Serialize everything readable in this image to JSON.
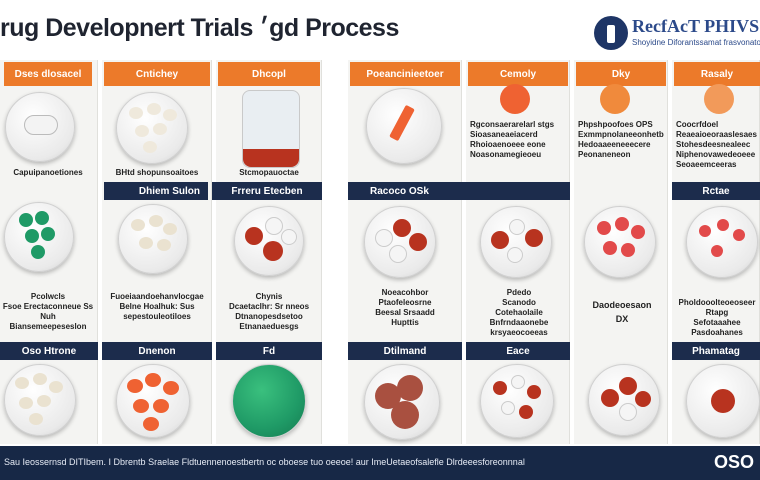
{
  "header": {
    "title": "rug Developnert Trials  ׳‎‏gd Process",
    "logo_name": "RecfAcT PHIVSSE",
    "logo_tag": "Shoyidne Diforantssamat frasvonatons"
  },
  "row1_headers": [
    "Dses dlosacel",
    "Cntichey",
    "Dhcopl",
    "Poeancinieetoer",
    "Cemoly",
    "Dky",
    "Rasaly"
  ],
  "row1_captions": [
    "Capuipanoetiones",
    "BHtd shopunsoaitoes",
    "Stcmopauoctae",
    "",
    "Rgconsaerarelarl stgs\nSioasaneaeiacerd\nRhoioaenoeee eone\nNoasonamegieoeu",
    "Phpshpoofoes OPS\nExmmpnolaneeonhetb\nHedoaaeeneeecere\nPeonaneneon",
    "Coocrfdoel\nReaeaioeoraaslesaes\nStohesdeesnealeec\nNiphenovawedeoeee\nSeoaeemceeras"
  ],
  "row2_bands": [
    "Dhiem Sulon",
    "Frreru Etecben",
    "Racoco OSk",
    "Rctae"
  ],
  "row2_captions": [
    "Pcolwcls\nFsoe Erectaconneue Ss\nNuh Biansemeepeseslon",
    "Fuoeiaandoehanvlocgae\nBelne Hoalhuk: Sus\nsepestouleotiloes",
    "Chynis\nDcaetaclhr: Sr nneos\nDtnanopesdsetoo\nEtnanaeduesgs",
    "Noeacohbor\nPtaofeleosrne\nBeesal Srsaadd\nHupttis",
    "Pdedo\nScanodo\nCotehaolaile\nBnfrndaaonebe\nkrsyaeocoeeas",
    "Daodeoesaon\nDX",
    "Pholdooolteoeoseer\nRtapg\nSefotaaahee\nPasdoahanes"
  ],
  "row3_bands": [
    "Oso Htrone",
    "Dnenon",
    "Fd",
    "Dtilmand",
    "Eace",
    "Phamatag"
  ],
  "footer": {
    "text": "Sau Ieossernsd DITIbem. I Dbrentb Sraelae Fldtuennenoestbertn oc oboese tuo oeeoe! aur ImeUetaeofsalefle Dlrdeeesforeonnnal",
    "logo": "OSO"
  },
  "colors": {
    "orange": "#ec7a2a",
    "navy": "#1c2c4c",
    "green": "#1f9a66",
    "red": "#b8331f",
    "coral": "#ef6232"
  }
}
